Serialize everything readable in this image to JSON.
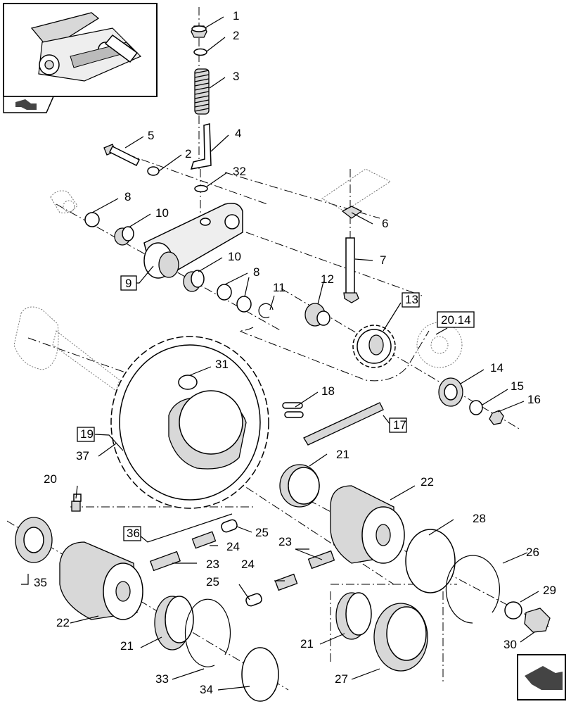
{
  "labels": {
    "p1": "1",
    "p2a": "2",
    "p3": "3",
    "p4": "4",
    "p5": "5",
    "p2b": "2",
    "p32": "32",
    "p8a": "8",
    "p10a": "10",
    "p6": "6",
    "p9": "9",
    "p7": "7",
    "p10b": "10",
    "p8b": "8",
    "p11": "11",
    "p12": "12",
    "p13": "13",
    "p2014": "20.14",
    "p14": "14",
    "p15": "15",
    "p16": "16",
    "p31": "31",
    "p18": "18",
    "p17": "17",
    "p19": "19",
    "p37": "37",
    "p21a": "21",
    "p22a": "22",
    "p20": "20",
    "p36": "36",
    "p25a": "25",
    "p24a": "24",
    "p23a": "23",
    "p23b": "23",
    "p24b": "24",
    "p28": "28",
    "p26": "26",
    "p35": "35",
    "p25b": "25",
    "p29": "29",
    "p22b": "22",
    "p21b": "21",
    "p21c": "21",
    "p30": "30",
    "p33": "33",
    "p34": "34",
    "p27": "27"
  },
  "icons": {
    "overview": "machine-overview-icon",
    "back_arrow": "arrow-icon",
    "next_arrow": "next-page-arrow-icon"
  }
}
